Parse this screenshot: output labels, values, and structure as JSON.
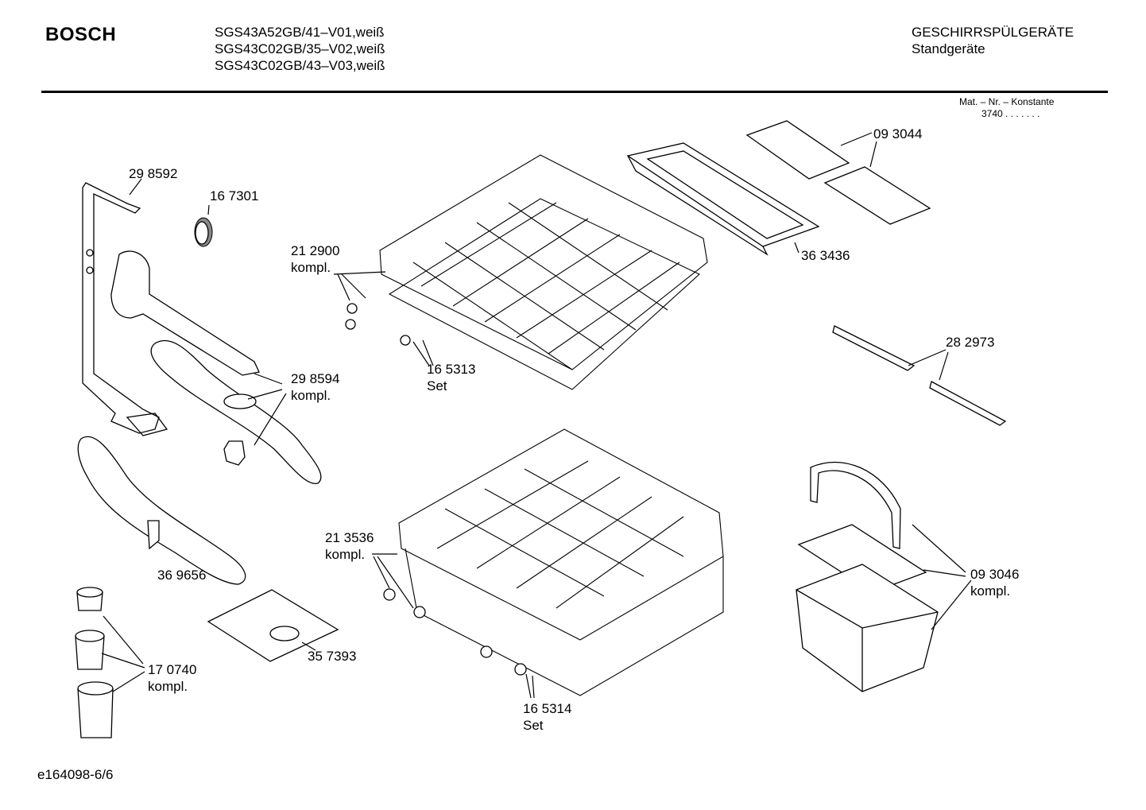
{
  "header": {
    "brand": "BOSCH",
    "models": [
      "SGS43A52GB/41–V01,weiß",
      "SGS43C02GB/35–V02,weiß",
      "SGS43C02GB/43–V03,weiß"
    ],
    "category": "GESCHIRRSPÜLGERÄTE",
    "subcategory": "Standgeräte",
    "mat_nr_label": "Mat. – Nr. – Konstante",
    "mat_nr_value": "3740 . .  .  . . . ."
  },
  "parts": [
    {
      "id": "p298592",
      "number": "29 8592",
      "note": ""
    },
    {
      "id": "p167301",
      "number": "16 7301",
      "note": ""
    },
    {
      "id": "p212900",
      "number": "21 2900",
      "note": "kompl."
    },
    {
      "id": "p165313",
      "number": "16 5313",
      "note": "Set"
    },
    {
      "id": "p298594",
      "number": "29 8594",
      "note": "kompl."
    },
    {
      "id": "p093044",
      "number": "09 3044",
      "note": ""
    },
    {
      "id": "p363436",
      "number": "36 3436",
      "note": ""
    },
    {
      "id": "p282973",
      "number": "28 2973",
      "note": ""
    },
    {
      "id": "p213536",
      "number": "21 3536",
      "note": "kompl."
    },
    {
      "id": "p369656",
      "number": "36 9656",
      "note": ""
    },
    {
      "id": "p357393",
      "number": "35 7393",
      "note": ""
    },
    {
      "id": "p170740",
      "number": "17 0740",
      "note": "kompl."
    },
    {
      "id": "p165314",
      "number": "16 5314",
      "note": "Set"
    },
    {
      "id": "p093046",
      "number": "09 3046",
      "note": "kompl."
    }
  ],
  "footer": {
    "drawing_id": "e164098-6/6"
  }
}
